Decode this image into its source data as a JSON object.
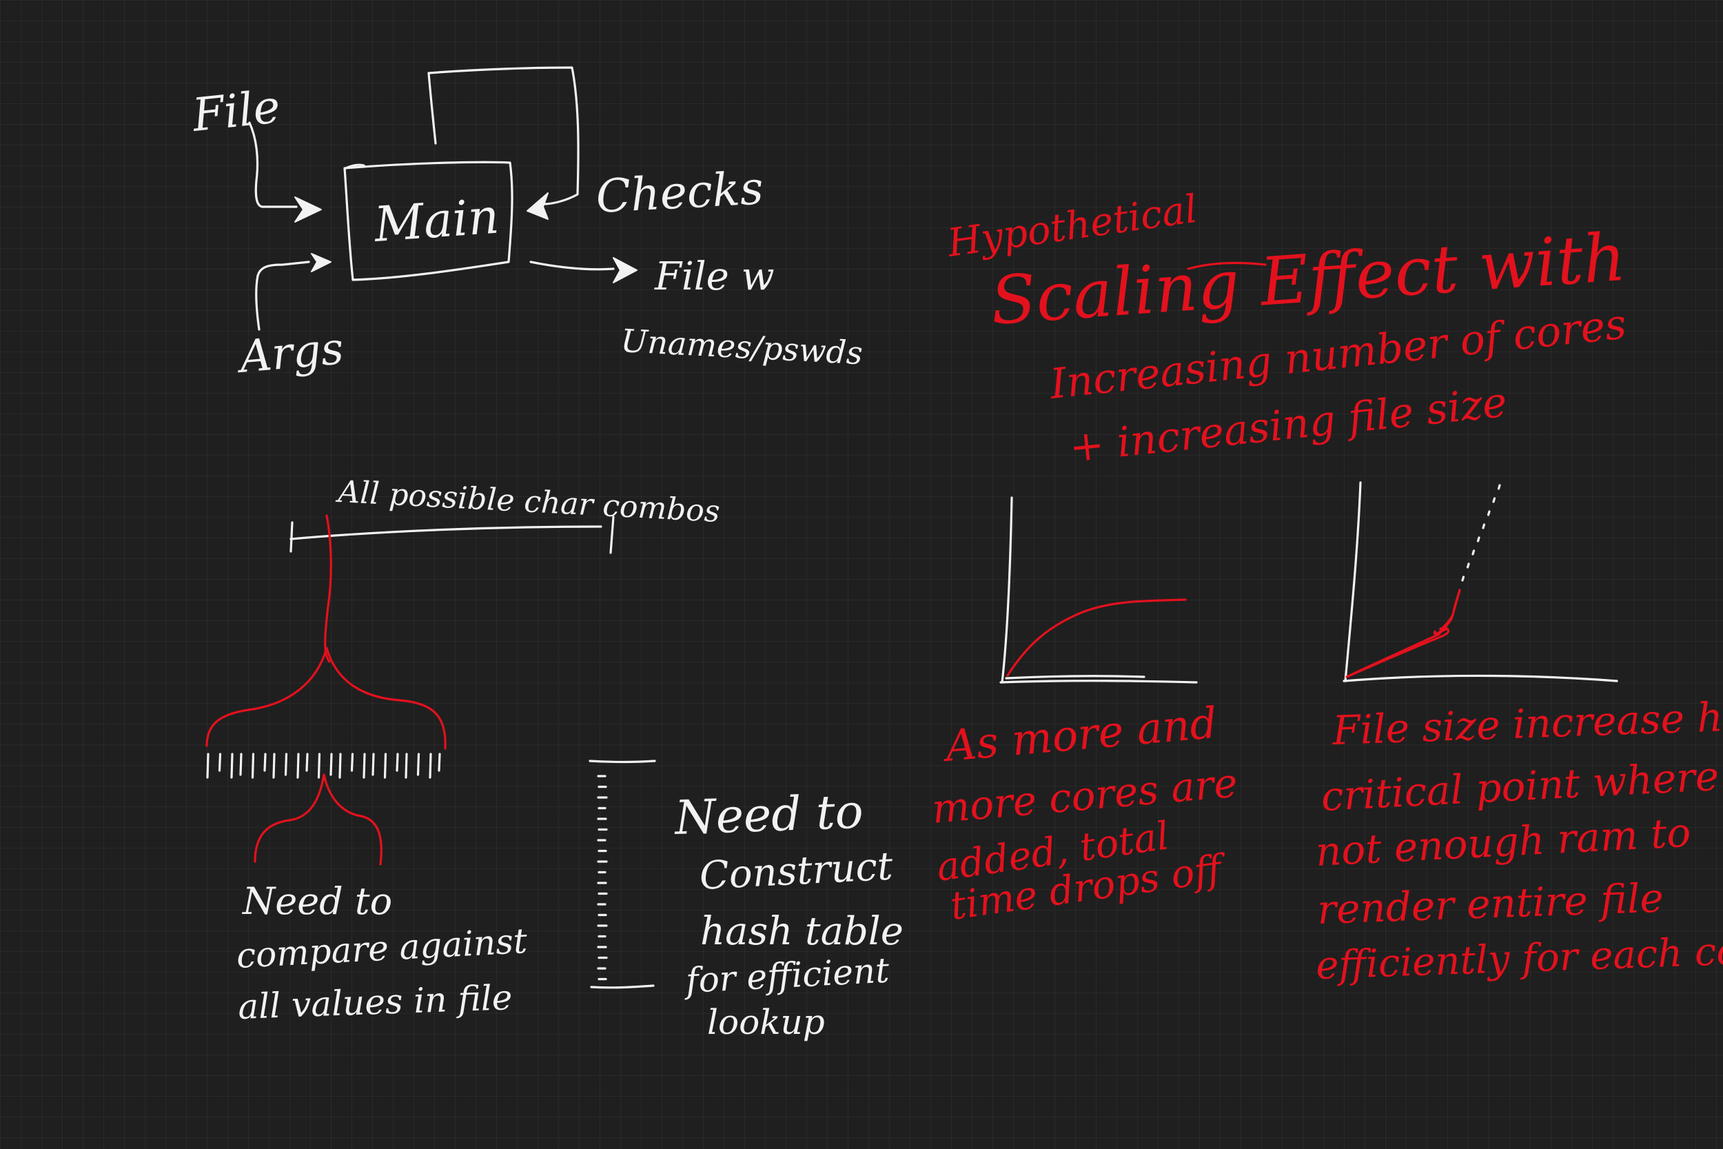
{
  "colors": {
    "background": "#1f1f1f",
    "white_ink": "#f2f2f2",
    "red_ink": "#e3111d"
  },
  "flow": {
    "input_file": "File",
    "input_args": "Args",
    "main_box": "Main",
    "checks": "Checks",
    "output_line1": "File w",
    "output_line2": "Unames/pswds"
  },
  "char_combos": {
    "range_label": "All possible char combos",
    "note_lines": [
      "Need to",
      "compare against",
      "all values in file"
    ]
  },
  "hash_table": {
    "note_lines": [
      "Need to",
      "Construct",
      "hash table",
      "for efficient",
      "lookup"
    ]
  },
  "scaling": {
    "title_small": "Hypothetical",
    "title_big": "Scaling Effect with",
    "line2": "Increasing number of cores",
    "line3": "+ increasing file size"
  },
  "left_graph": {
    "caption_lines": [
      "As more and",
      "more cores are",
      "added, total",
      "time drops off"
    ]
  },
  "right_graph": {
    "caption_lines": [
      "File size increase hits",
      "critical point where",
      "not enough ram to",
      "render entire file",
      "efficiently for each core"
    ]
  }
}
